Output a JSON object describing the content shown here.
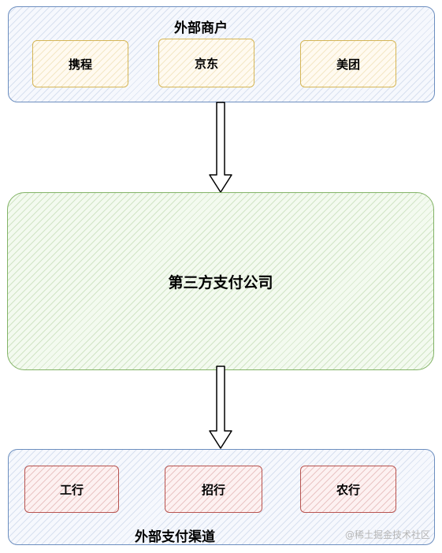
{
  "merchants": {
    "title": "外部商户",
    "items": [
      {
        "label": "携程"
      },
      {
        "label": "京东"
      },
      {
        "label": "美团"
      }
    ]
  },
  "center": {
    "label": "第三方支付公司"
  },
  "channels": {
    "title": "外部支付渠道",
    "items": [
      {
        "label": "工行"
      },
      {
        "label": "招行"
      },
      {
        "label": "农行"
      }
    ]
  },
  "watermark": "@稀土掘金技术社区",
  "colors": {
    "group_border": "#6c8ebf",
    "merchant_border": "#d6b656",
    "center_border": "#82b366",
    "channel_border": "#b85450"
  }
}
